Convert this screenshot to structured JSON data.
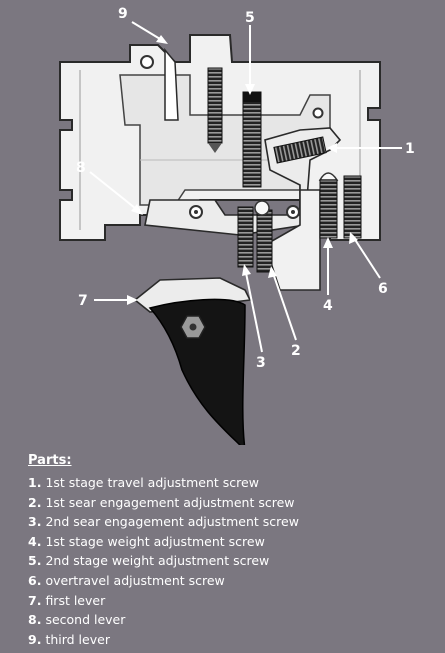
{
  "diagram": {
    "callouts": [
      "9",
      "5",
      "1",
      "8",
      "4",
      "6",
      "7",
      "3",
      "2"
    ]
  },
  "parts": {
    "heading": "Parts:",
    "items": [
      {
        "num": "1.",
        "label": "1st stage travel adjustment screw"
      },
      {
        "num": "2.",
        "label": "1st sear engagement adjustment screw"
      },
      {
        "num": "3.",
        "label": "2nd sear engagement adjustment screw"
      },
      {
        "num": "4.",
        "label": "1st stage weight adjustment screw"
      },
      {
        "num": "5.",
        "label": "2nd stage weight adjustment screw"
      },
      {
        "num": "6.",
        "label": "overtravel adjustment screw"
      },
      {
        "num": "7.",
        "label": "first lever"
      },
      {
        "num": "8.",
        "label": "second lever"
      },
      {
        "num": "9.",
        "label": "third lever"
      }
    ]
  },
  "colors": {
    "background": "#7b7780",
    "housing": "#f1f1f1",
    "outline": "#2a2a2a",
    "screw": "#1a1a1a",
    "trigger": "#141414"
  }
}
